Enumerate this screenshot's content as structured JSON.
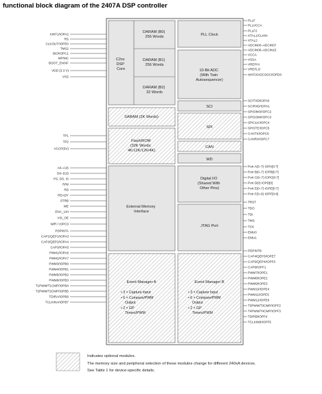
{
  "title": "functional block diagram of the 2407A DSP controller",
  "left_pins": [
    "XINT1/IOPA2",
    "RS",
    "CLKOUT/IOPE0",
    "TMS2",
    "BIO/IOPC1",
    "MP/MC",
    "BOOT_EN/XF",
    "VDD (3.3 V)",
    "VSS",
    "TP1",
    "TP2",
    "VCCP(5V)",
    "A0–A15",
    "D0–D15",
    "PS, DS, IS",
    "R/W",
    "RD",
    "READY",
    "STRB",
    "WE",
    "ENA_144",
    "VIS_OE",
    "W/R / IOPC0",
    "PDPINTA",
    "CAP1/QEP1/IOPA3",
    "CAP2/QEP2/IOPA4",
    "CAP3/IOPA5",
    "PWM1/IOPA6",
    "PWM2/IOPA7",
    "PWM3/IOPB0",
    "PWM4/IOPB1",
    "PWM5/IOPB2",
    "PWM6/IOPB3",
    "T1PWM/T1CMP/IOPB4",
    "T2PWM/T2CMP/IOPB5",
    "TDIRA/IOPB6",
    "TCLKINA/IOPB7"
  ],
  "right_pins": [
    "PLLF",
    "PLLVCCA",
    "PLLF2",
    "XTAL1/CLKIN",
    "XTAL2",
    "ADCIN00–ADCIN07",
    "ADCIN08–ADCIN15",
    "VCCA",
    "VSSA",
    "VREFHI",
    "VREFLO",
    "XINT2/ADCSOC/IOPD0",
    "SCITXD/IOPA0",
    "SCIRXD/IOPA1",
    "SPISIMO/IOPC2",
    "SPISOMI/IOPC3",
    "SPICLK/IOPC4",
    "SPISTE/IOPC5",
    "CANTX/IOPC6",
    "CANRX/IOPC7",
    "Port A(0–7) IOPA[0:7]",
    "Port B(0–7) IOPB[0:7]",
    "Port C(0–7) IOPC[0:7]",
    "Port D(0) IOPD[0]",
    "Port E(0–7) IOPE[0:7]",
    "Port F(0–6) IOPF[0:6]",
    "TRST",
    "TDO",
    "TDI",
    "TMS",
    "TCK",
    "EMU0",
    "EMU1",
    "PDPINTB",
    "CAP4/QEP3/IOPE7",
    "CAP5/QEP4/IOPF0",
    "CAP6/IOPF1",
    "PWM7/IOPE1",
    "PWM8/IOPE2",
    "PWM9/IOPE3",
    "PWM10/IOPE4",
    "PWM11/IOPE5",
    "PWM12/IOPE6",
    "T3PWM/T3CMP/IOPF2",
    "T4PWM/T4CMP/IOPF3",
    "TDIRB/IOPF4",
    "TCLKINB/IOPF5"
  ],
  "blocks": {
    "core": [
      "C2xx",
      "DSP",
      "Core"
    ],
    "daram_b0": [
      "DARAM (B0)",
      "256 Words"
    ],
    "daram_b1": [
      "DARAM (B1)",
      "256 Words"
    ],
    "daram_b2": [
      "DARAM (B2)",
      "32 Words"
    ],
    "saram": "SARAM (2K Words)",
    "flash": [
      "Flash/ROM",
      "(32K Words:",
      "4K/12K/12K/4K)"
    ],
    "ext_mem": [
      "External Memory",
      "Interface"
    ],
    "pll": "PLL Clock",
    "adc": [
      "10-Bit ADC",
      "(With Twin",
      "Autosequencer)"
    ],
    "sci": "SCI",
    "spi": "SPI",
    "can": "CAN",
    "wd": "WD",
    "dio": [
      "Digital I/O",
      "(Shared With",
      "Other Pins)"
    ],
    "jtag": "JTAG Port",
    "ev_a": "Event Manager A",
    "ev_b": "Event Manager B",
    "ev_items": [
      "• 3 × Capture Input",
      "• 6 × Compare/PWM",
      "Output",
      "• 2 × GP",
      "Timers/PWM"
    ]
  },
  "legend": {
    "lines": [
      "Indicates optional modules.",
      "The memory size and peripheral selection of these modules change for different 240xA devices.",
      "See Table 1 for device-specific details."
    ]
  }
}
